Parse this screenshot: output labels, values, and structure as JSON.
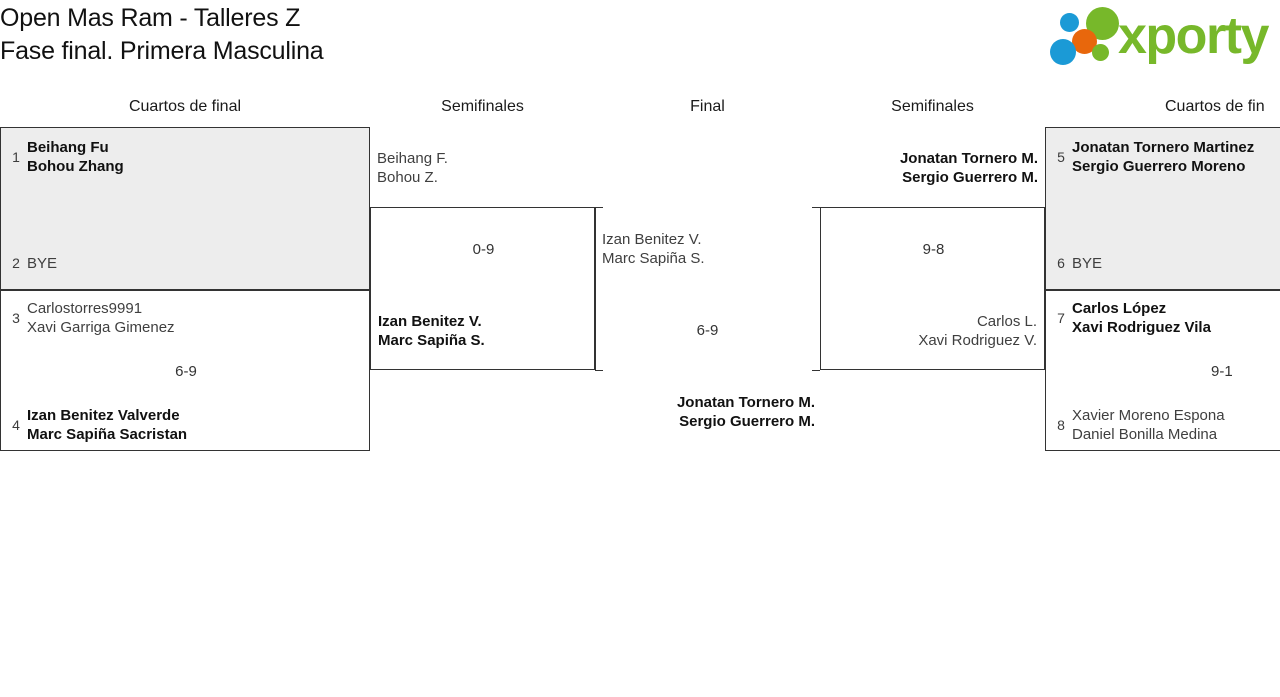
{
  "header": {
    "title_line1": "Open Mas Ram - Talleres Z",
    "title_line2": "Fase final. Primera Masculina",
    "logo_text": "xporty",
    "logo_colors": {
      "green": "#77b82a",
      "blue": "#1b9ad6",
      "orange": "#e8670c"
    }
  },
  "columns": {
    "qf_left": "Cuartos de final",
    "sf_left": "Semifinales",
    "final": "Final",
    "sf_right": "Semifinales",
    "qf_right": "Cuartos de fin"
  },
  "bracket": {
    "qf1": {
      "team_a": {
        "seed": "1",
        "line1": "Beihang Fu",
        "line2": "Bohou Zhang",
        "result": "winner"
      },
      "team_b": {
        "seed": "2",
        "line1": "BYE",
        "line2": "",
        "result": "bye"
      },
      "score": ""
    },
    "qf2": {
      "team_a": {
        "seed": "3",
        "line1": "Carlostorres9991",
        "line2": "Xavi Garriga Gimenez",
        "result": "loser"
      },
      "team_b": {
        "seed": "4",
        "line1": "Izan Benitez Valverde",
        "line2": "Marc Sapiña Sacristan",
        "result": "winner"
      },
      "score": "6-9"
    },
    "qf3": {
      "team_a": {
        "seed": "5",
        "line1": "Jonatan Tornero Martinez",
        "line2": "Sergio Guerrero Moreno",
        "result": "winner"
      },
      "team_b": {
        "seed": "6",
        "line1": "BYE",
        "line2": "",
        "result": "bye"
      },
      "score": ""
    },
    "qf4": {
      "team_a": {
        "seed": "7",
        "line1": "Carlos López",
        "line2": "Xavi Rodriguez Vila",
        "result": "winner"
      },
      "team_b": {
        "seed": "8",
        "line1": "Xavier Moreno Espona",
        "line2": "Daniel Bonilla Medina",
        "result": "loser"
      },
      "score": "9-1"
    },
    "sf_left": {
      "team_a": {
        "line1": "Beihang F.",
        "line2": "Bohou Z.",
        "result": "loser"
      },
      "team_b": {
        "line1": "Izan Benitez V.",
        "line2": "Marc Sapiña S.",
        "result": "winner"
      },
      "score": "0-9"
    },
    "sf_right": {
      "team_a": {
        "line1": "Jonatan Tornero M.",
        "line2": "Sergio Guerrero M.",
        "result": "winner"
      },
      "team_b": {
        "line1": "Carlos L.",
        "line2": "Xavi Rodriguez V.",
        "result": "loser"
      },
      "score": "9-8"
    },
    "final": {
      "team_a": {
        "line1": "Izan Benitez V.",
        "line2": "Marc Sapiña S.",
        "result": "loser"
      },
      "team_b": {
        "line1": "Jonatan Tornero M.",
        "line2": "Sergio Guerrero M.",
        "result": "winner"
      },
      "score": "6-9"
    }
  }
}
